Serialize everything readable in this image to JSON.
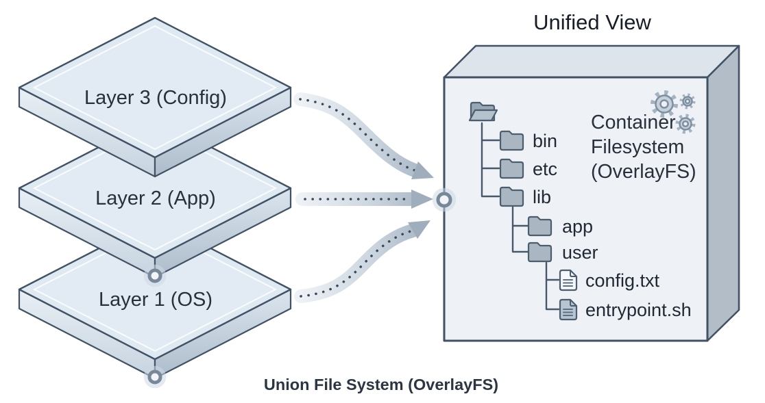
{
  "title": "Unified View",
  "caption": "Union File System (OverlayFS)",
  "layers": [
    {
      "label": "Layer 3 (Config)"
    },
    {
      "label": "Layer 2 (App)"
    },
    {
      "label": "Layer 1 (OS)"
    }
  ],
  "arrows": [
    {
      "from": "Layer 3 (Config)",
      "to": "Unified View",
      "style": "dotted-curve-down"
    },
    {
      "from": "Layer 2 (App)",
      "to": "Unified View",
      "style": "dotted-straight"
    },
    {
      "from": "Layer 1 (OS)",
      "to": "Unified View",
      "style": "dotted-curve-up"
    }
  ],
  "unified_box": {
    "label_lines": [
      "Container",
      "Filesystem",
      "(OverlayFS)"
    ],
    "tree": {
      "root_icon": "open-folder-icon",
      "nodes": [
        {
          "label": "bin",
          "type": "folder",
          "depth": 1
        },
        {
          "label": "etc",
          "type": "folder",
          "depth": 1
        },
        {
          "label": "lib",
          "type": "folder",
          "depth": 1
        },
        {
          "label": "app",
          "type": "folder",
          "depth": 2
        },
        {
          "label": "user",
          "type": "folder",
          "depth": 2
        },
        {
          "label": "config.txt",
          "type": "file",
          "depth": 3
        },
        {
          "label": "entrypoint.sh",
          "type": "file",
          "depth": 3
        }
      ]
    },
    "icons": [
      "gears-icon",
      "open-folder-icon",
      "folder-icon",
      "file-icon"
    ]
  },
  "colors": {
    "outline": "#415264",
    "slab-top": "#dfe9f2",
    "box-front": "#eef2f6",
    "box-top": "#dde4ec",
    "box-right": "#b2bdc8",
    "folder-fill-c": "#aab7c3",
    "icon-stroke": "#4c5d6e",
    "file-light-c": "#f5f8fb",
    "file-dark-c": "#b7c4d1",
    "tree-line": "#46586a",
    "arrow-head": "#9fadbd",
    "arrow-dot": "#3c4956",
    "ring-stroke": "#78889a",
    "text-dark": "#27303b",
    "caption-color": "#2b3642"
  }
}
